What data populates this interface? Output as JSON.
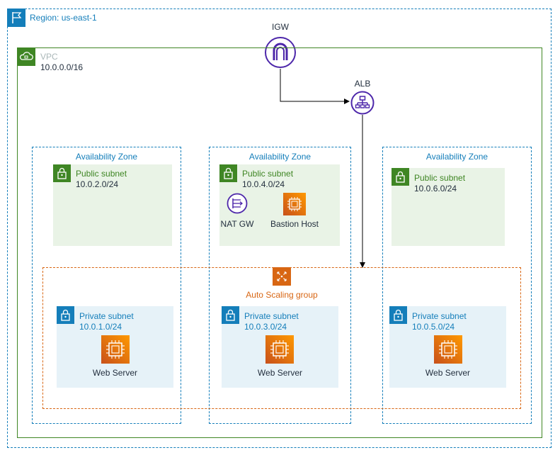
{
  "region": {
    "label": "Region: us-east-1"
  },
  "igw": {
    "label": "IGW"
  },
  "alb": {
    "label": "ALB"
  },
  "vpc": {
    "name": "VPC",
    "cidr": "10.0.0.0/16"
  },
  "availability_zones": [
    {
      "label": "Availability Zone"
    },
    {
      "label": "Availability Zone"
    },
    {
      "label": "Availability Zone"
    }
  ],
  "public_subnets": [
    {
      "name": "Public subnet",
      "cidr": "10.0.2.0/24"
    },
    {
      "name": "Public subnet",
      "cidr": "10.0.4.0/24"
    },
    {
      "name": "Public subnet",
      "cidr": "10.0.6.0/24"
    }
  ],
  "nat_gw": {
    "label": "NAT GW"
  },
  "bastion": {
    "label": "Bastion Host"
  },
  "asg": {
    "label": "Auto Scaling group"
  },
  "private_subnets": [
    {
      "name": "Private subnet",
      "cidr": "10.0.1.0/24",
      "server": "Web Server"
    },
    {
      "name": "Private subnet",
      "cidr": "10.0.3.0/24",
      "server": "Web Server"
    },
    {
      "name": "Private subnet",
      "cidr": "10.0.5.0/24",
      "server": "Web Server"
    }
  ],
  "colors": {
    "region_blue": "#147eba",
    "vpc_green": "#3f8624",
    "asg_orange": "#d86613",
    "network_purple": "#4d27aa",
    "public_fill": "#e9f3e6",
    "private_fill": "#e6f2f8"
  },
  "icons": {
    "region": "flag-icon",
    "vpc": "cloud-icon",
    "igw": "internet-gateway-icon",
    "alb": "load-balancer-icon",
    "subnet": "lock-icon",
    "nat": "nat-gateway-icon",
    "ec2": "ec2-instance-icon",
    "asg": "auto-scaling-icon"
  }
}
